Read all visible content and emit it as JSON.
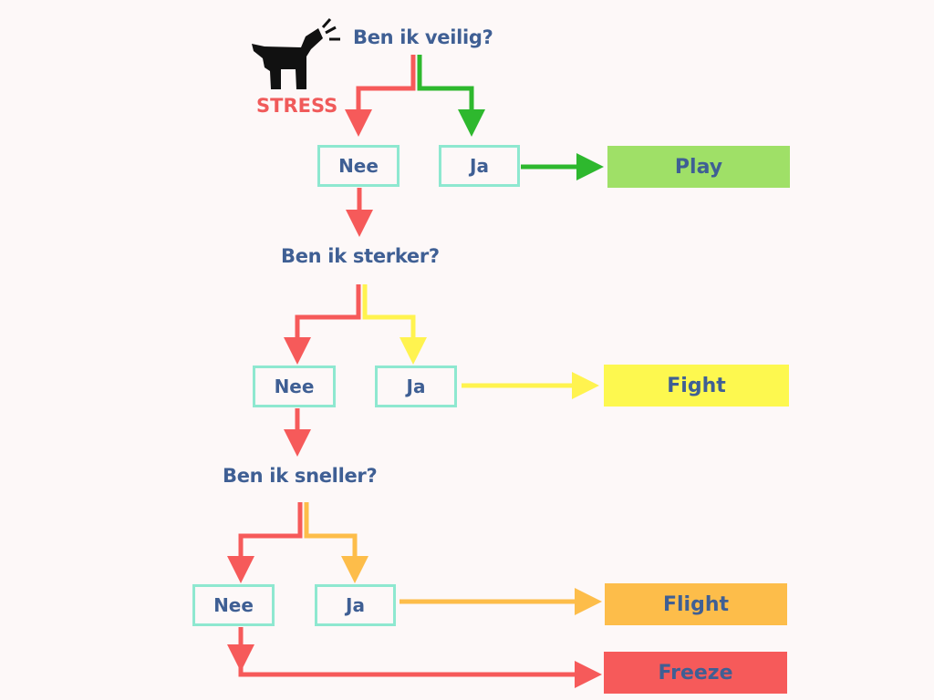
{
  "stress_label": "STRESS",
  "icons": {
    "dog": "barking-dog-icon"
  },
  "questions": {
    "q1": "Ben ik veilig?",
    "q2": "Ben ik sterker?",
    "q3": "Ben ik sneller?"
  },
  "answers": {
    "nee": "Nee",
    "ja": "Ja"
  },
  "outcomes": {
    "play": "Play",
    "fight": "Fight",
    "flight": "Flight",
    "freeze": "Freeze"
  },
  "colors": {
    "red": "#f65a5a",
    "green": "#2eb82e",
    "yellow": "#fff34f",
    "orange": "#fdbd4a",
    "play_box": "#9fe067",
    "fight_box": "#fdf84f",
    "flight_box": "#fdbd4a",
    "freeze_box": "#f65a5a",
    "answer_border": "#8ee8d0",
    "text": "#3f5f94"
  }
}
